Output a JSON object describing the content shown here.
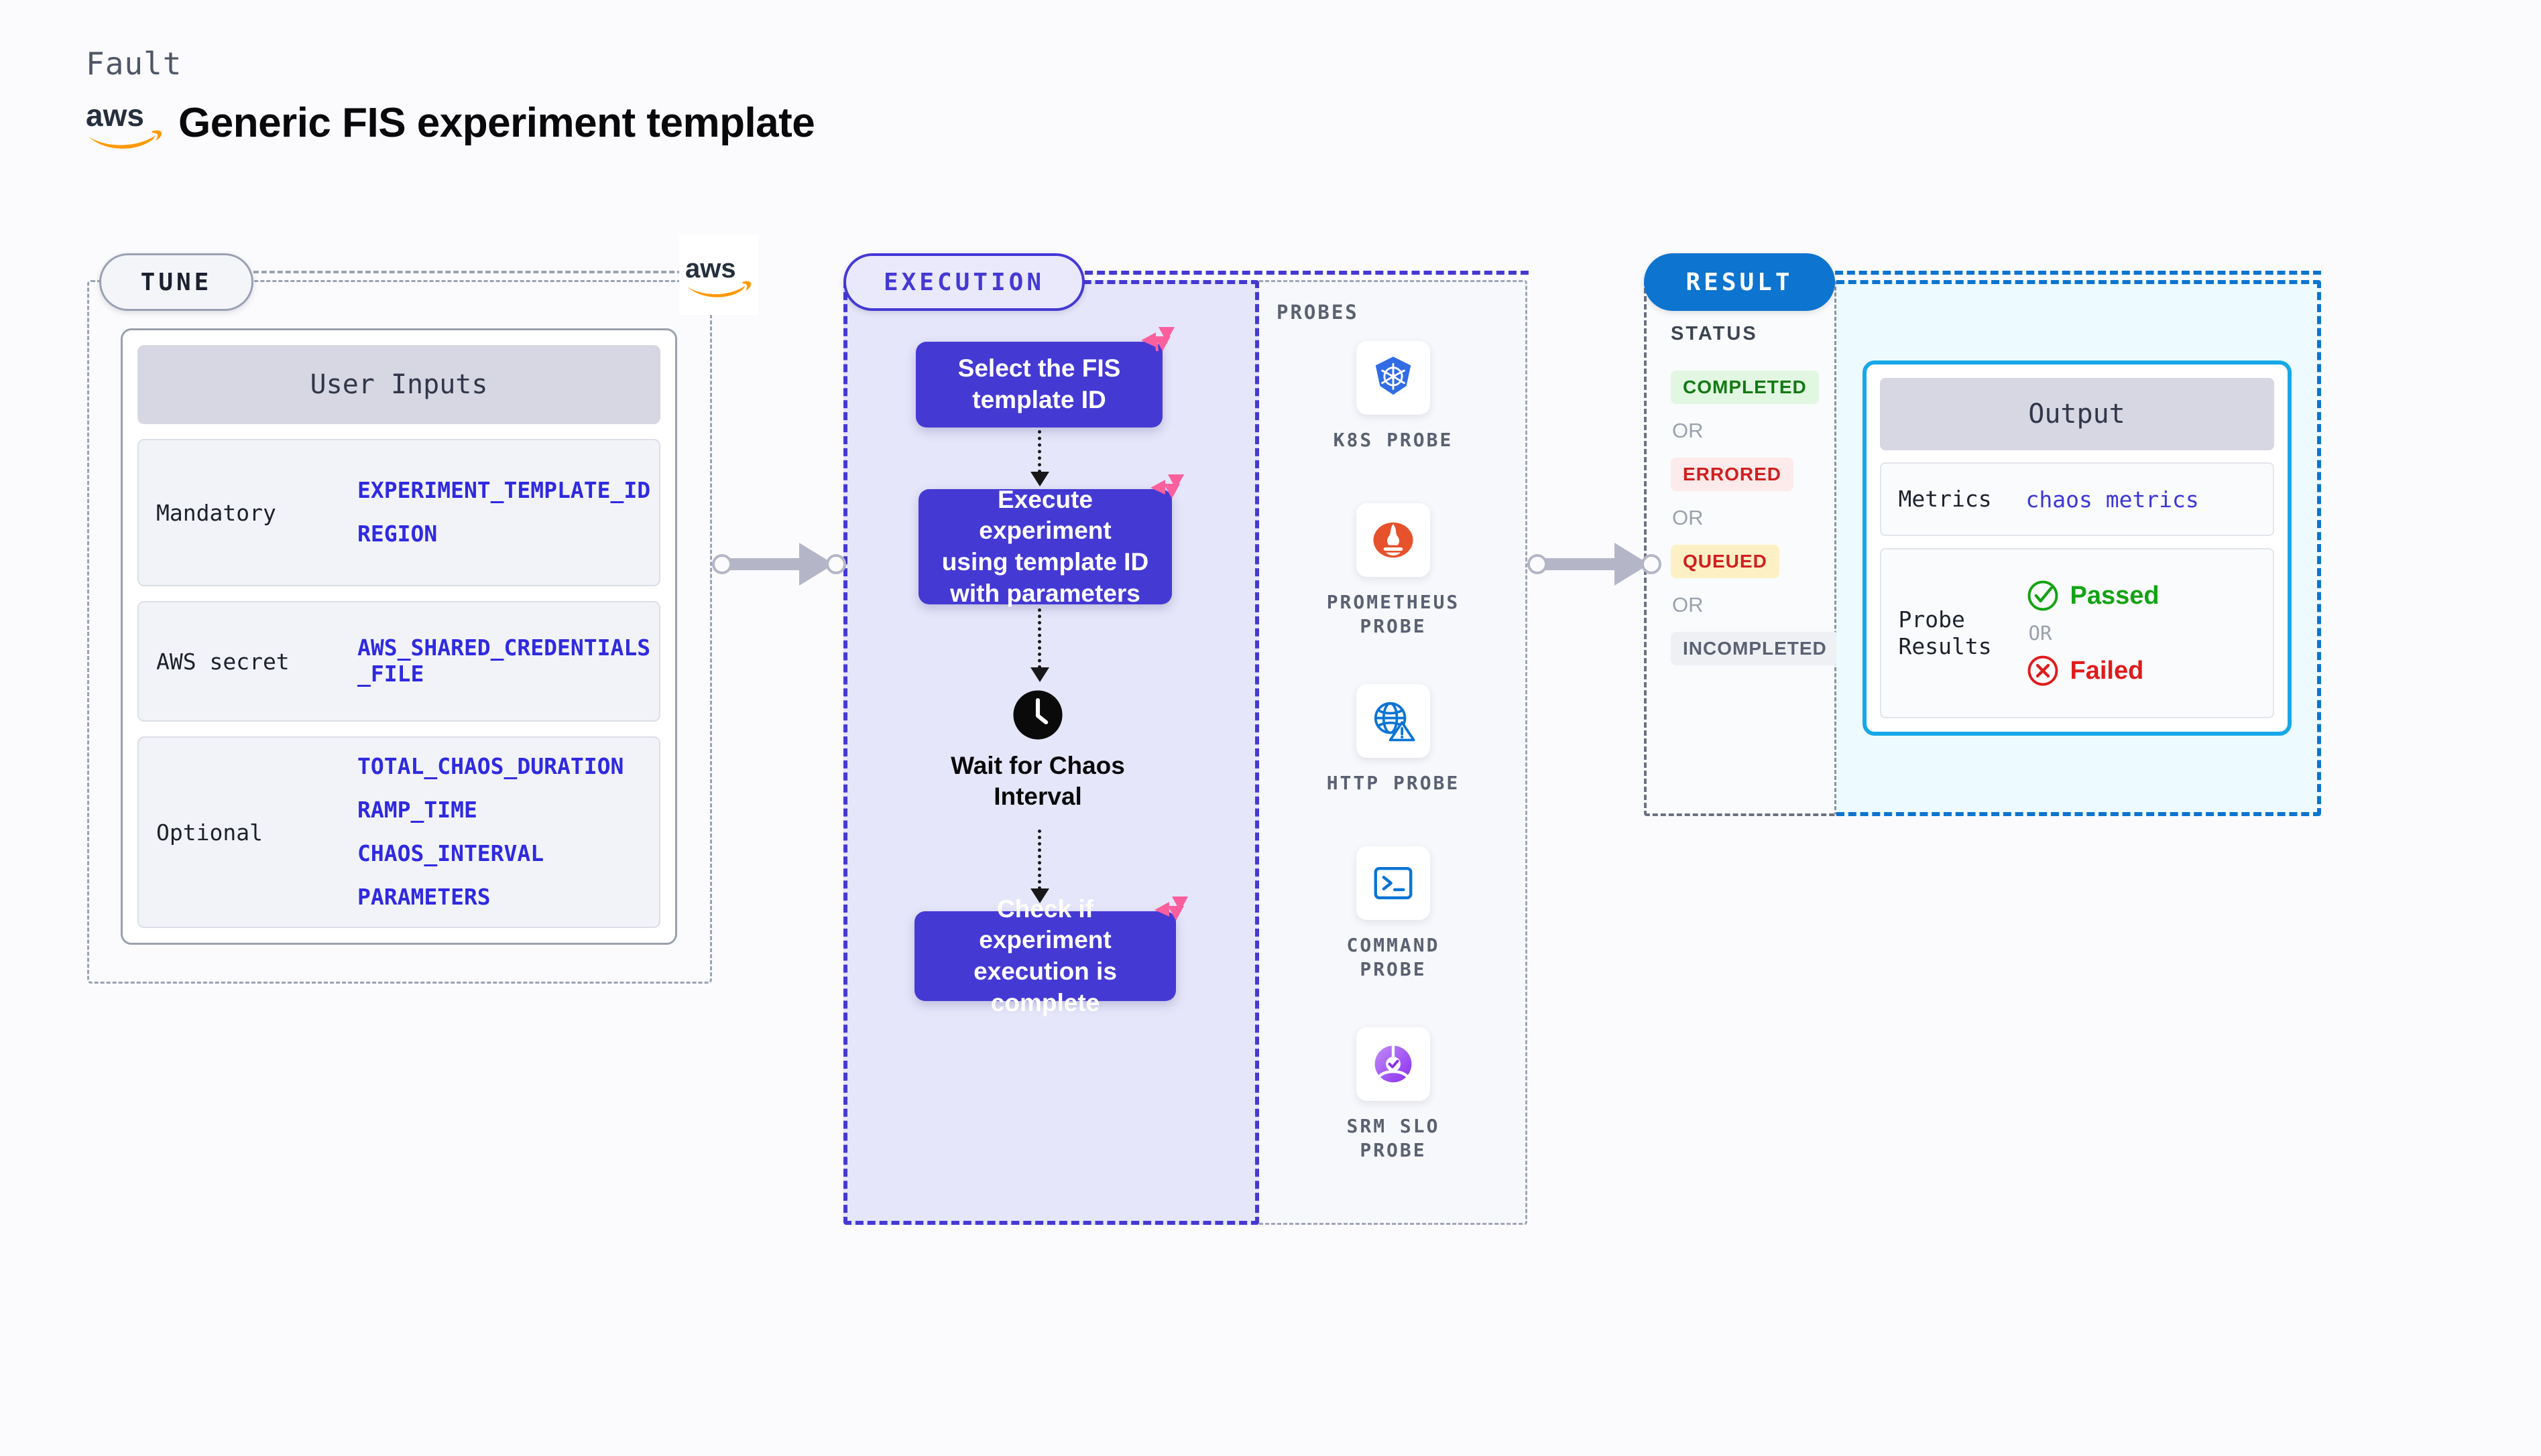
{
  "header": {
    "eyebrow": "Fault",
    "title": "Generic FIS experiment template",
    "logo_icon": "aws-logo"
  },
  "stages": {
    "tune": {
      "badge": "TUNE"
    },
    "execution": {
      "badge": "EXECUTION"
    },
    "result": {
      "badge": "RESULT"
    }
  },
  "tune": {
    "card_title": "User Inputs",
    "rows": [
      {
        "label": "Mandatory",
        "values": [
          "EXPERIMENT_TEMPLATE_ID",
          "REGION"
        ]
      },
      {
        "label": "AWS secret",
        "values": [
          "AWS_SHARED_CREDENTIALS\n_FILE"
        ]
      },
      {
        "label": "Optional",
        "values": [
          "TOTAL_CHAOS_DURATION",
          "RAMP_TIME",
          "CHAOS_INTERVAL",
          "PARAMETERS"
        ]
      }
    ]
  },
  "execution": {
    "steps": [
      {
        "text": "Select the FIS\ntemplate ID",
        "mark_icon": "harness-corner-icon"
      },
      {
        "text": "Execute experiment\nusing template ID\nwith parameters",
        "mark_icon": "harness-corner-icon"
      },
      {
        "text": "Check if experiment\nexecution is complete",
        "mark_icon": "harness-corner-icon"
      }
    ],
    "wait_node": {
      "icon": "clock-icon",
      "label": "Wait for Chaos\nInterval"
    }
  },
  "probes": {
    "title": "PROBES",
    "items": [
      {
        "label": "K8S PROBE",
        "icon": "kubernetes-icon"
      },
      {
        "label": "PROMETHEUS\nPROBE",
        "icon": "prometheus-icon"
      },
      {
        "label": "HTTP PROBE",
        "icon": "globe-warning-icon"
      },
      {
        "label": "COMMAND\nPROBE",
        "icon": "terminal-icon"
      },
      {
        "label": "SRM SLO\nPROBE",
        "icon": "srm-slo-icon"
      }
    ]
  },
  "result": {
    "status_title": "STATUS",
    "or_label": "OR",
    "statuses": [
      {
        "label": "COMPLETED",
        "bg": "#e2f7e2",
        "fg": "#137a13"
      },
      {
        "label": "ERRORED",
        "bg": "#fdeaea",
        "fg": "#cf2020"
      },
      {
        "label": "QUEUED",
        "bg": "#fdf0c4",
        "fg": "#cf2020"
      },
      {
        "label": "INCOMPLETED",
        "bg": "#eef0f4",
        "fg": "#5a6172"
      }
    ],
    "output": {
      "title": "Output",
      "metrics_label": "Metrics",
      "metrics_value": "chaos metrics",
      "probe_label": "Probe\nResults",
      "or_label": "OR",
      "verdicts": [
        {
          "label": "Passed",
          "color": "#12a312",
          "icon": "check-circle-icon"
        },
        {
          "label": "Failed",
          "color": "#e01b1b",
          "icon": "x-circle-icon"
        }
      ]
    }
  },
  "colors": {
    "purple": "#4539d4",
    "blue": "#0d74cf",
    "cyan": "#18a8e8",
    "pink": "#fb5f9d",
    "aws_orange": "#ff9900",
    "aws_navy": "#252f3e"
  }
}
